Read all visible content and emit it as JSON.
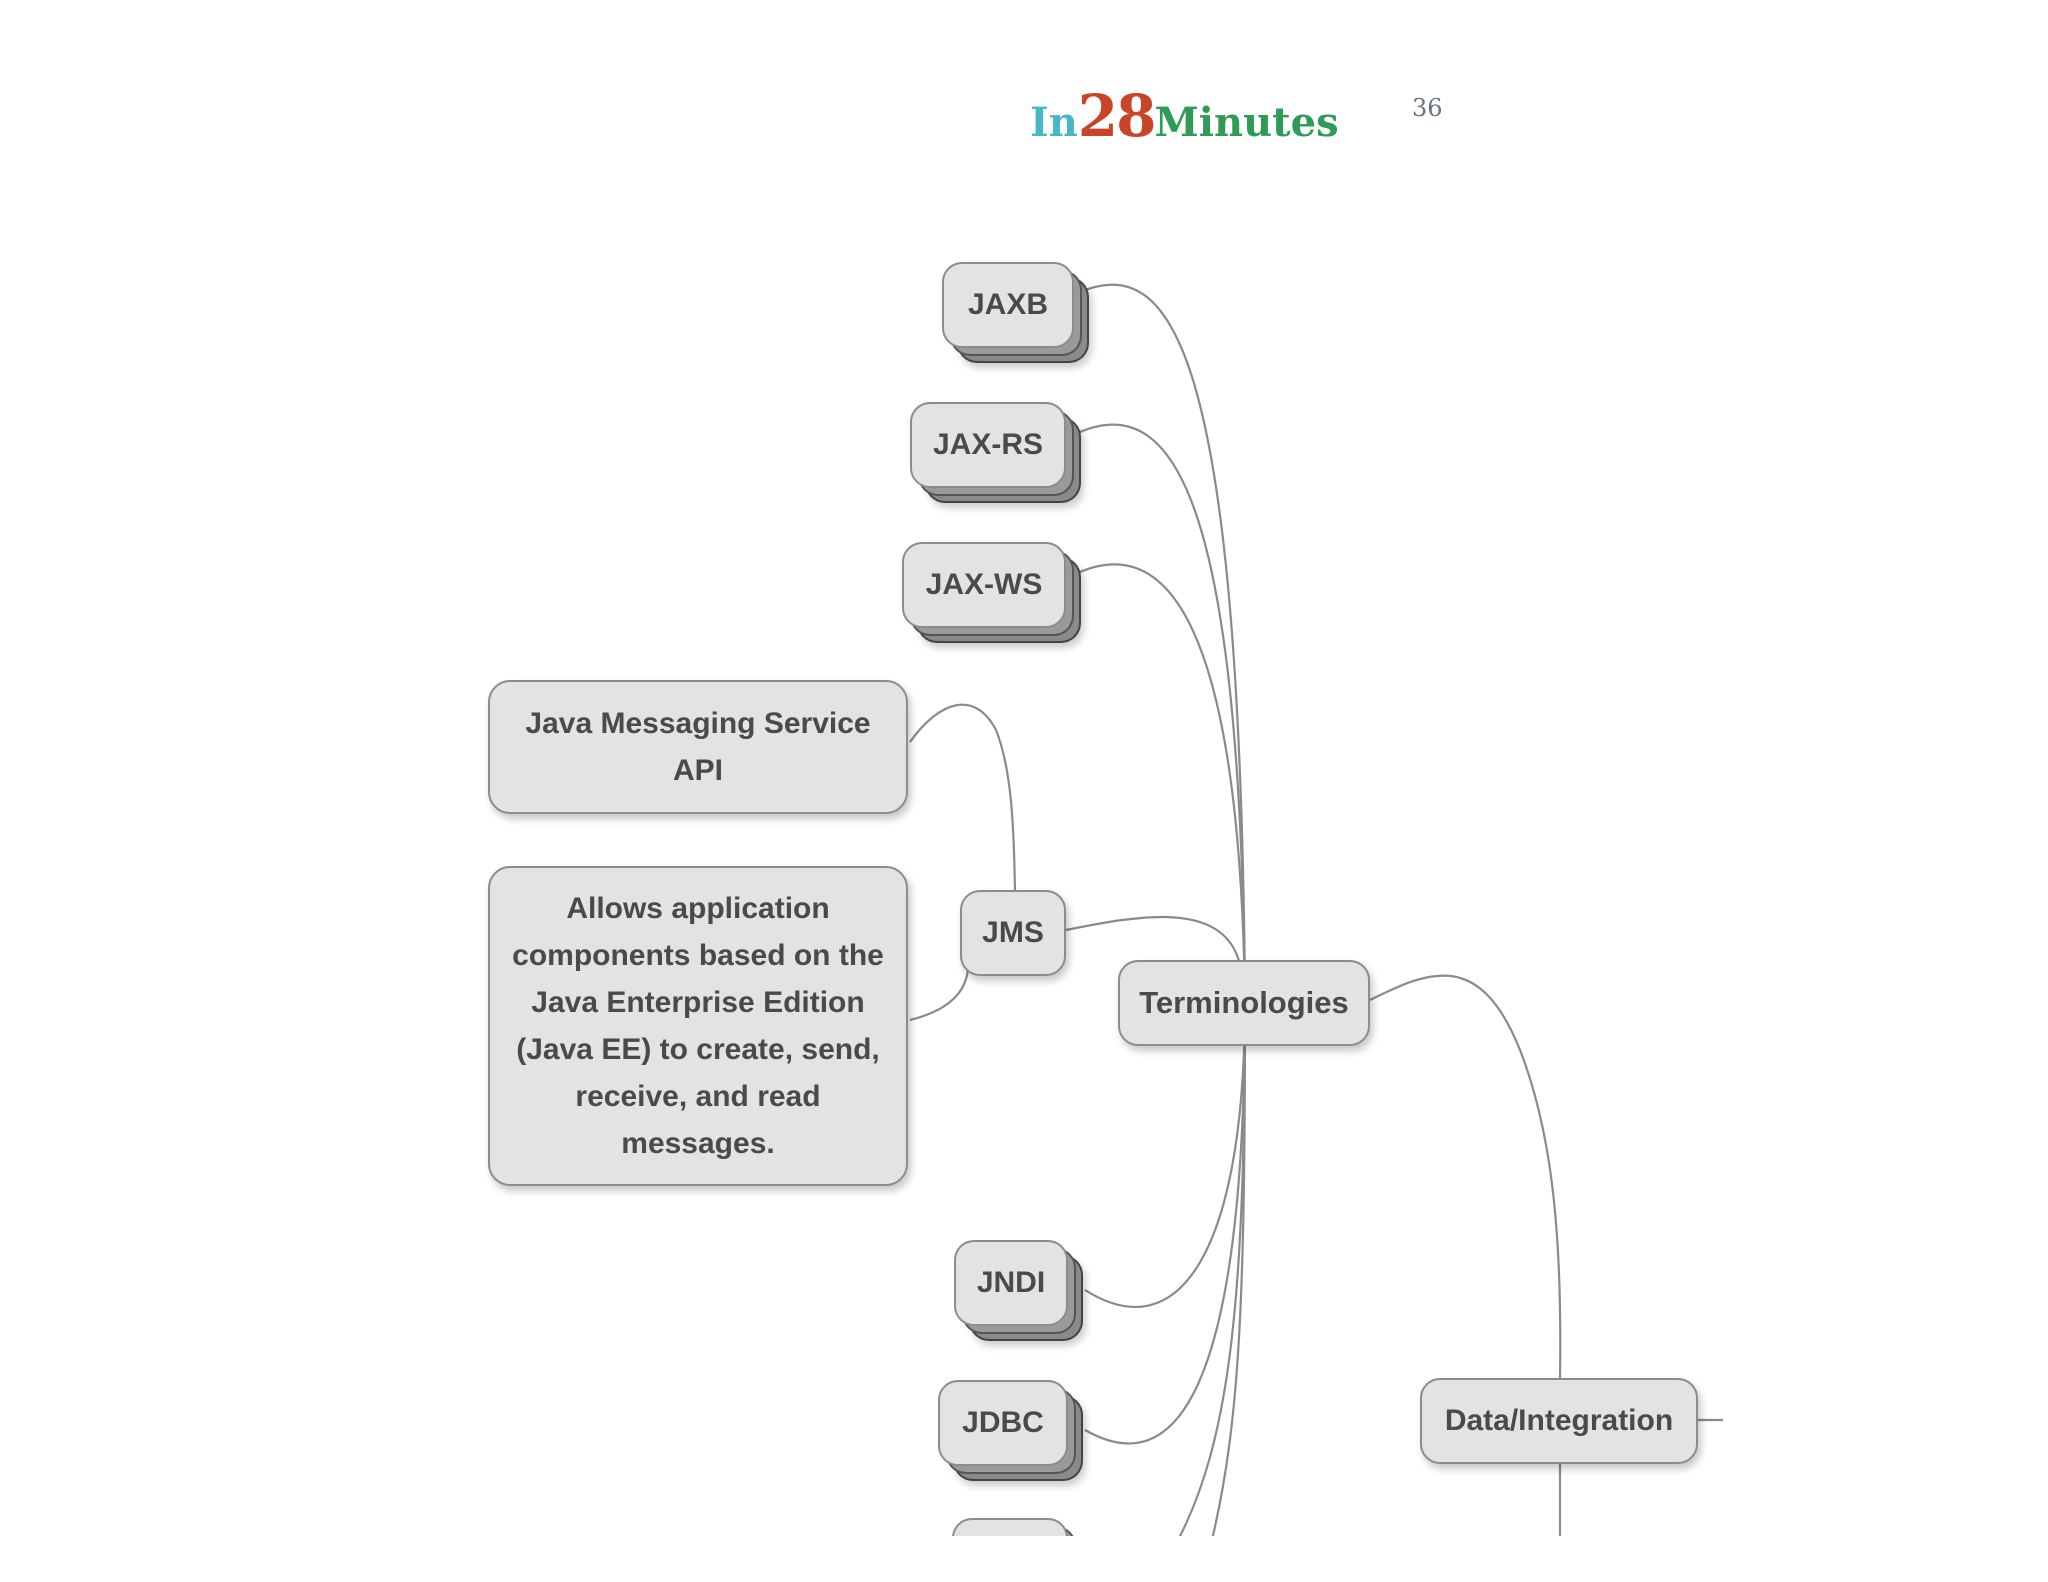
{
  "header": {
    "logo_in": "In",
    "logo_num": "28",
    "logo_minutes": "Minutes",
    "page_number": "36"
  },
  "mindmap": {
    "root": "Terminologies",
    "children": {
      "jaxb": "JAXB",
      "jaxrs": "JAX-RS",
      "jaxws": "JAX-WS",
      "jms": "JMS",
      "jndi": "JNDI",
      "jdbc": "JDBC"
    },
    "jms_notes": {
      "title": "Java Messaging Service API",
      "description": "Allows application components based on the Java Enterprise Edition (Java EE) to create, send, receive, and read messages."
    },
    "sibling": "Data/Integration"
  },
  "colors": {
    "node_fill": "#e3e3e3",
    "node_border": "#8c8c8c",
    "connector": "#8a8a8a",
    "text": "#4a4a4a"
  }
}
